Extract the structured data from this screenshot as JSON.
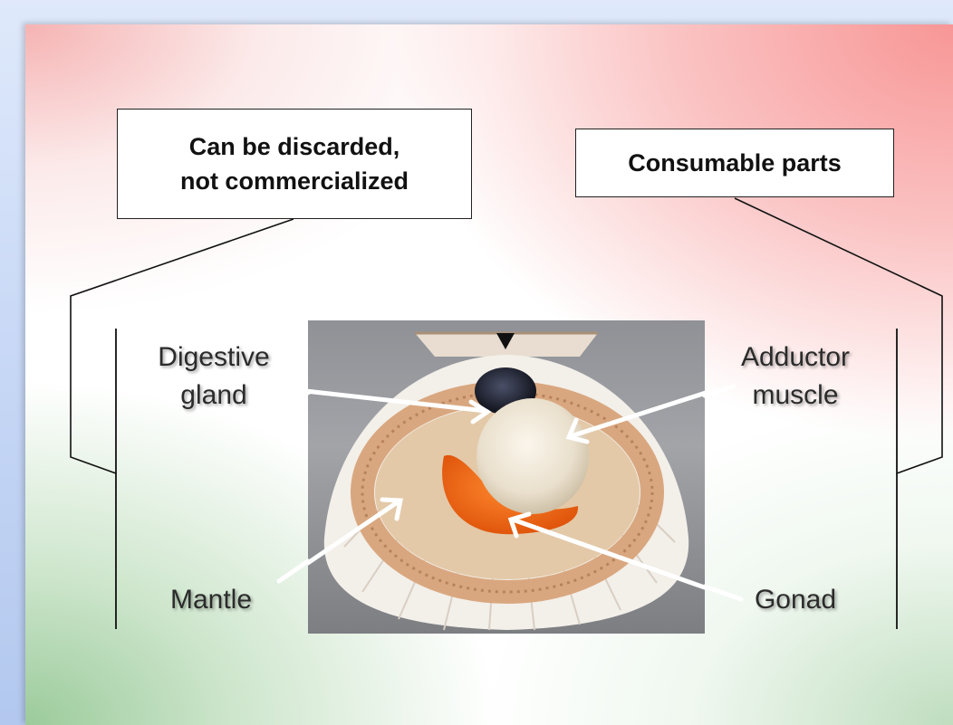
{
  "groups": {
    "discard_label": "Can be discarded,\nnot commercialized",
    "consumable_label": "Consumable parts"
  },
  "parts": {
    "digestive_gland": "Digestive\ngland",
    "mantle": "Mantle",
    "adductor_muscle": "Adductor\nmuscle",
    "gonad": "Gonad"
  },
  "colors": {
    "gonad": "#ee6a16",
    "adductor": "#efe7d8",
    "mantle": "#d9a77f",
    "shell": "#f3efe9",
    "digestive": "#1f2331"
  }
}
